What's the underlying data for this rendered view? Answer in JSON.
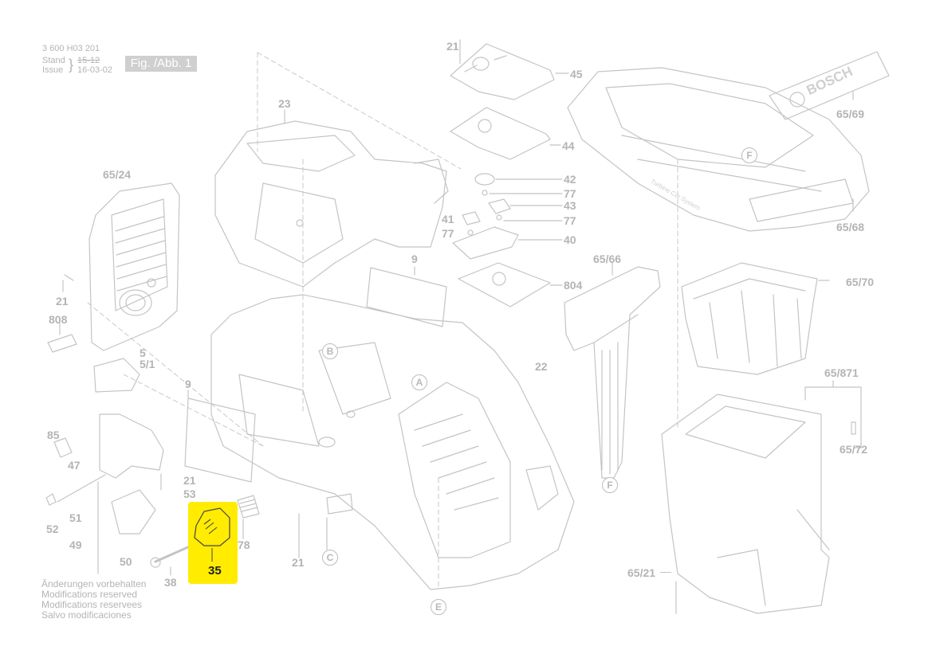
{
  "header": {
    "part_number": "3 600 H03 201",
    "stand_label": "Stand",
    "issue_label": "Issue",
    "stand_value": "15-12",
    "issue_value": "16-03-02",
    "figure_label": "Fig. /Abb. 1"
  },
  "footer_notes": [
    "Änderungen vorbehalten",
    "Modifications reserved",
    "Modifications reservees",
    "Salvo modificaciones"
  ],
  "branding": {
    "logo_text": "BOSCH",
    "product_text": "Turbine Cut System"
  },
  "highlight": {
    "part": "35",
    "color": "#ffec00"
  },
  "parts": {
    "p21_top": "21",
    "p45": "45",
    "p44": "44",
    "p42": "42",
    "p77a": "77",
    "p43": "43",
    "p77b": "77",
    "p41": "41",
    "p77c": "77",
    "p40": "40",
    "p804": "804",
    "p9a": "9",
    "p23": "23",
    "p65_24": "65/24",
    "p21_left": "21",
    "p808": "808",
    "p5": "5",
    "p5_1": "5/1",
    "p9b": "9",
    "p85": "85",
    "p47": "47",
    "p21_mid": "21",
    "p53": "53",
    "p51": "51",
    "p52": "52",
    "p49": "49",
    "p50": "50",
    "p38": "38",
    "p78": "78",
    "p21_bottom": "21",
    "p22": "22",
    "p65_69": "65/69",
    "p65_68": "65/68",
    "p65_66": "65/66",
    "p65_70": "65/70",
    "p65_871": "65/871",
    "p65_72": "65/72",
    "p65_21": "65/21"
  },
  "reference_markers": {
    "a": "A",
    "b": "B",
    "c": "C",
    "e": "E",
    "f_top": "F",
    "f_bottom": "F"
  }
}
